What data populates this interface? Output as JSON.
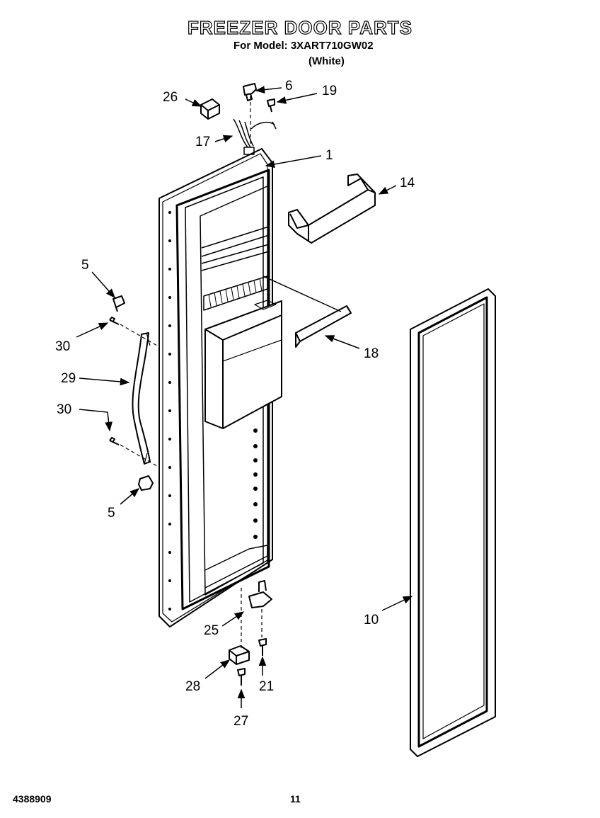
{
  "header": {
    "title": "FREEZER DOOR PARTS",
    "model_line": "For Model: 3XART710GW02",
    "variant": "(White)"
  },
  "footer": {
    "doc_number": "4388909",
    "page_number": "11"
  },
  "callouts": {
    "c26": "26",
    "c6": "6",
    "c19": "19",
    "c17": "17",
    "c1": "1",
    "c14": "14",
    "c5a": "5",
    "c30a": "30",
    "c29": "29",
    "c30b": "30",
    "c5b": "5",
    "c18": "18",
    "c10": "10",
    "c25": "25",
    "c28": "28",
    "c21": "21",
    "c27": "27"
  }
}
